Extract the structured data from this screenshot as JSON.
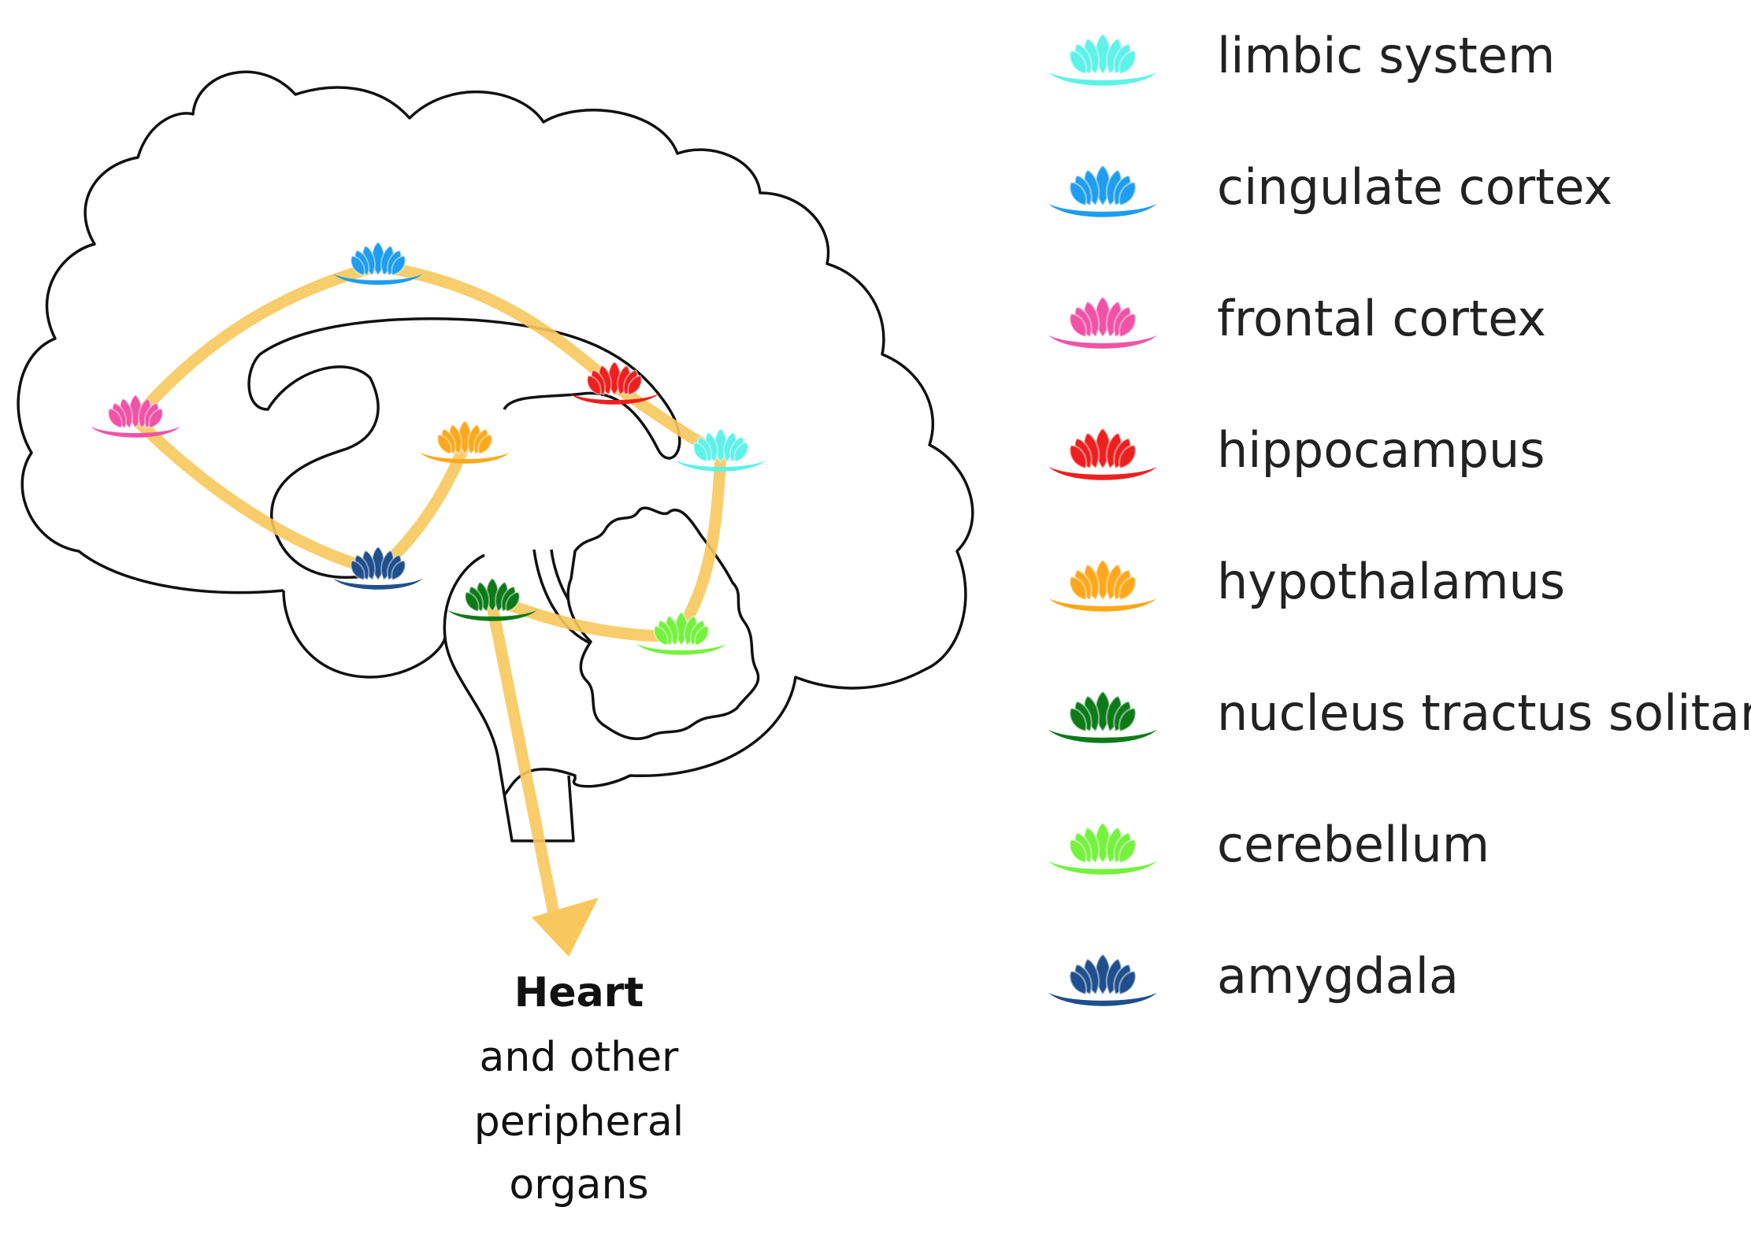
{
  "legend": [
    {
      "key": "limbic",
      "label": "limbic system",
      "color": "#5ef2e9"
    },
    {
      "key": "cingulate",
      "label": "cingulate cortex",
      "color": "#1f9df0"
    },
    {
      "key": "frontal",
      "label": "frontal cortex",
      "color": "#f252a6"
    },
    {
      "key": "hippocampus",
      "label": "hippocampus",
      "color": "#ee1f1f"
    },
    {
      "key": "hypothalamus",
      "label": "hypothalamus",
      "color": "#ffa81c"
    },
    {
      "key": "nts",
      "label": "nucleus tractus solitarus",
      "color": "#0d7a1a"
    },
    {
      "key": "cerebellum",
      "label": "cerebellum",
      "color": "#74f23e"
    },
    {
      "key": "amygdala",
      "label": "amygdala",
      "color": "#1f4f8c"
    }
  ],
  "output": {
    "title": "Heart",
    "line1": "and other",
    "line2": "peripheral",
    "line3": "organs"
  },
  "colors": {
    "pathway": "#f8c85c",
    "outline": "#111111"
  },
  "icon": "lotus-icon"
}
